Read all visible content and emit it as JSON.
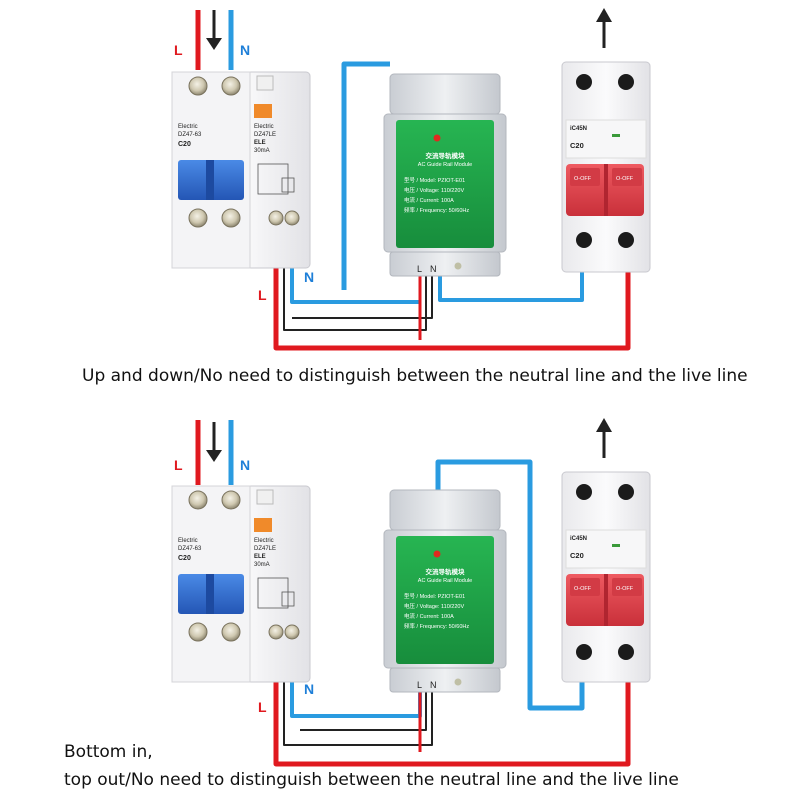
{
  "labels": {
    "live": "L",
    "neutral": "N"
  },
  "colors": {
    "live": "#e0191f",
    "neutral": "#2a9be0",
    "common": "#222222",
    "module_face": "#20a44a",
    "breaker_handle": "#e3474f",
    "rcbo_handle": "#2f6fd0"
  },
  "rcbo": {
    "brand": "Electric",
    "model": "DZ47-63",
    "rating": "C20",
    "model2": "DZ47LE",
    "series": "ELE",
    "trip_current": "30mA"
  },
  "module": {
    "title_cn": "交流导轨模块",
    "title_en": "AC Guide Rail Module",
    "lines": [
      "型号 / Model: PZIOT-E01",
      "电压 / Voltage: 110/220V",
      "电流 / Current: 100A",
      "频率 / Frequency: 50/60Hz"
    ],
    "terminal_left": "L",
    "terminal_right": "N"
  },
  "breaker": {
    "model": "iC45N",
    "rating": "C20",
    "off_label": "O-OFF"
  },
  "panels": [
    {
      "caption_lines": [
        "Up and down/No need to distinguish between the neutral line and the live line"
      ]
    },
    {
      "caption_lines": [
        "Bottom in,",
        "top out/No need to distinguish between the neutral line and the live line"
      ]
    }
  ]
}
